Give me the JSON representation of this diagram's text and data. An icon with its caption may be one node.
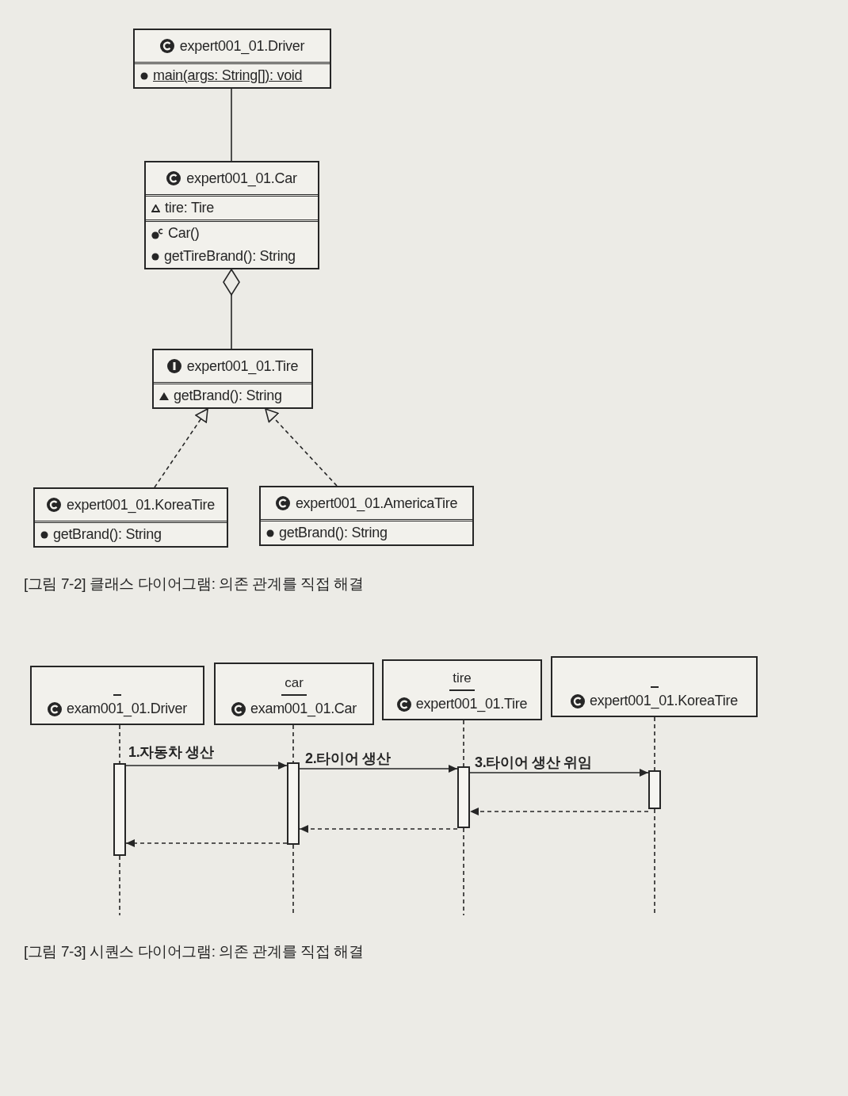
{
  "diagram": {
    "nodes": [
      {
        "text": [
          "expert001_01.Driver",
          "main(args: String[]): void"
        ]
      },
      {
        "text": [
          "expert001_01.Car",
          "tire: Tire",
          "Car()",
          "getTireBrand(): String"
        ]
      },
      {
        "text": [
          "expert001_01.Tire",
          "getBrand(): String"
        ]
      },
      {
        "text": [
          "expert001_01.KoreaTire",
          "getBrand(): String"
        ]
      },
      {
        "text": [
          "expert001_01.AmericaTire",
          "getBrand(): String"
        ]
      },
      {
        "text": [
          "exam001_01.Driver"
        ]
      },
      {
        "text": [
          "car",
          "exam001_01.Car"
        ]
      },
      {
        "text": [
          "tire",
          "expert001_01.Tire"
        ]
      },
      {
        "text": [
          "expert001_01.KoreaTire"
        ]
      },
      {
        "text": [],
        "shape": "bar"
      },
      {
        "text": [],
        "shape": "bar"
      },
      {
        "text": [],
        "shape": "bar"
      },
      {
        "text": [],
        "shape": "bar"
      }
    ],
    "edges": [
      {
        "from": 0,
        "to": 1,
        "arrow": "none"
      },
      {
        "from": 1,
        "to": 2,
        "arrow": "other"
      },
      {
        "from": 3,
        "to": 2,
        "arrow": "to",
        "style": "dashed"
      },
      {
        "from": 4,
        "to": 2,
        "arrow": "to",
        "style": "dashed"
      },
      {
        "from": 5,
        "to": 9,
        "arrow": "none",
        "style": "dashed"
      },
      {
        "from": 6,
        "to": 10,
        "arrow": "none",
        "style": "dashed"
      },
      {
        "from": 7,
        "to": 11,
        "arrow": "none",
        "style": "dashed"
      },
      {
        "from": 8,
        "to": 12,
        "arrow": "none",
        "style": "dashed"
      },
      {
        "from": 9,
        "to": 10,
        "arrow": "to",
        "label": "1.자동차 생산"
      },
      {
        "from": 10,
        "to": 11,
        "arrow": "to",
        "label": "2.타이어 생산"
      },
      {
        "from": 11,
        "to": 12,
        "arrow": "to",
        "label": "3.타이어 생산 위임"
      },
      {
        "from": 12,
        "to": 11,
        "arrow": "to",
        "style": "dashed"
      },
      {
        "from": 11,
        "to": 10,
        "arrow": "to",
        "style": "dashed"
      },
      {
        "from": 10,
        "to": 9,
        "arrow": "to",
        "style": "dashed"
      }
    ],
    "labels": [
      "[그림 7-2] 클래스 다이어그램: 의존 관계를 직접 해결",
      "[그림 7-3] 시퀀스 다이어그램: 의존 관계를 직접 해결"
    ]
  }
}
